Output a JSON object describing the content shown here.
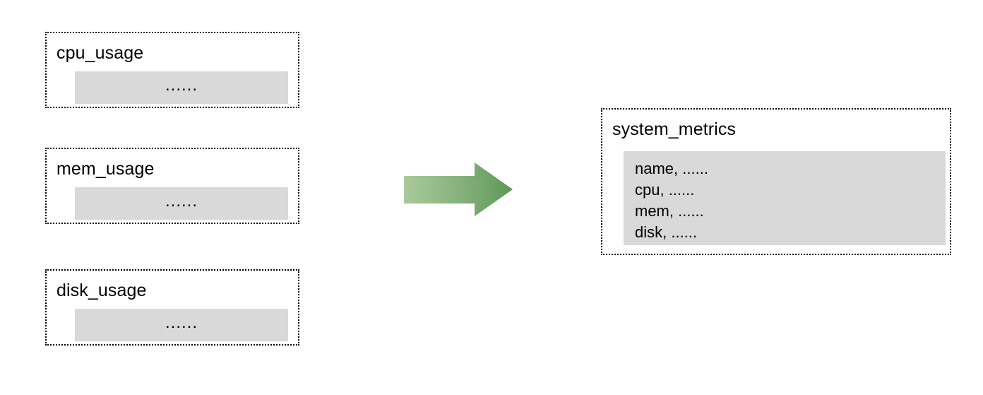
{
  "diagram": {
    "type": "data-consolidation-flow",
    "background_color": "#ffffff",
    "sources": [
      {
        "title": "cpu_usage",
        "body_text": "......"
      },
      {
        "title": "mem_usage",
        "body_text": "......"
      },
      {
        "title": "disk_usage",
        "body_text": "......"
      }
    ],
    "arrow": {
      "icon_name": "right-arrow-icon",
      "direction": "right",
      "gradient_start_color": "#aac99c",
      "gradient_end_color": "#5d975a"
    },
    "target": {
      "title": "system_metrics",
      "fields": [
        "name, ......",
        "cpu, ......",
        "mem, ......",
        "disk, ......"
      ]
    },
    "colors": {
      "box_fill": "#d9d9d9",
      "border": "#000000",
      "text": "#000000"
    }
  }
}
